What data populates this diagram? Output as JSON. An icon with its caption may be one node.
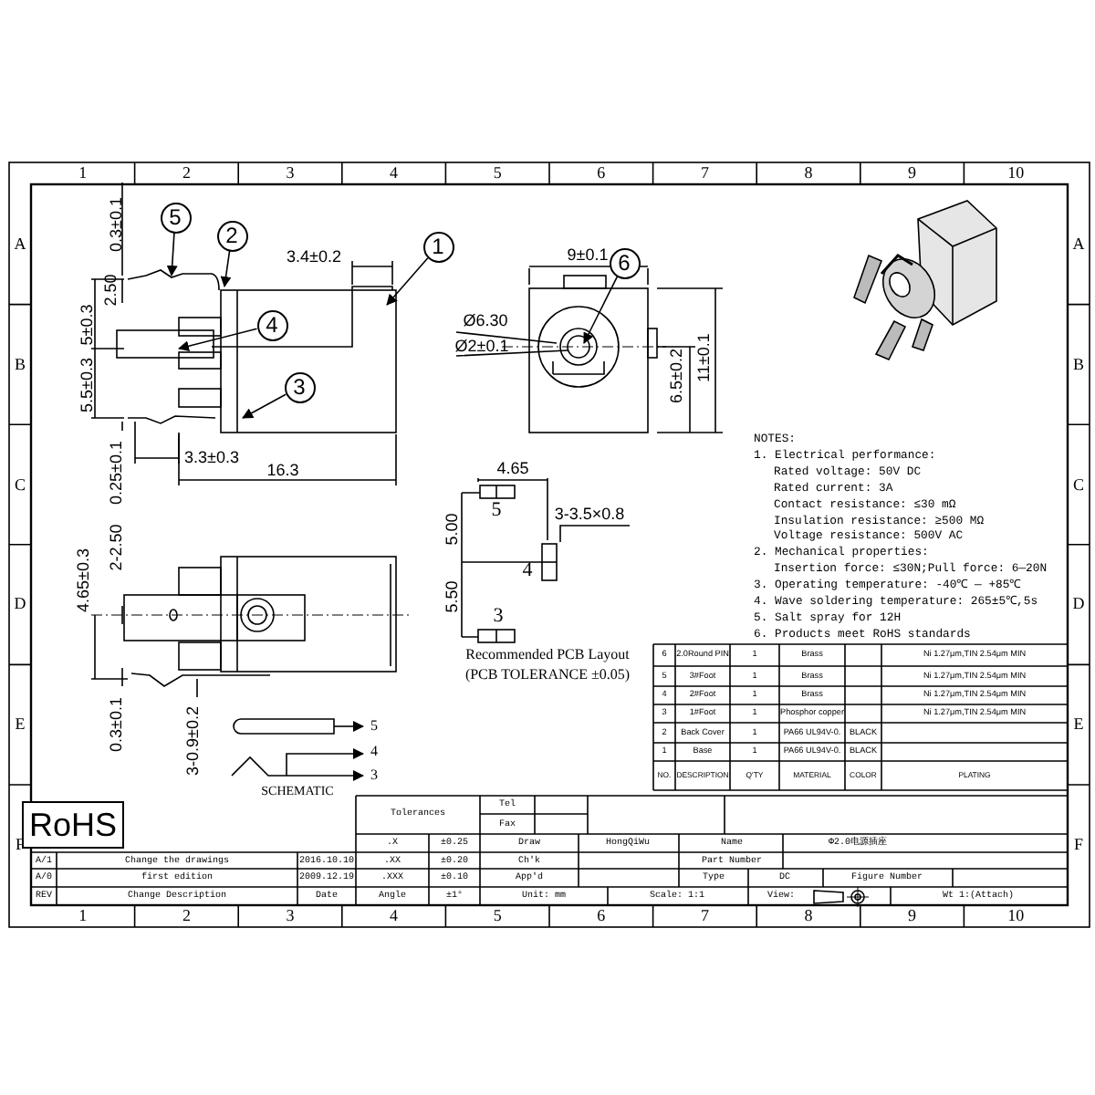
{
  "diagram": {
    "nodes": [
      {
        "text": [
          "5"
        ]
      },
      {
        "text": [
          "2"
        ]
      },
      {
        "text": [
          "1"
        ]
      },
      {
        "text": [
          "6"
        ]
      },
      {
        "text": [
          "4"
        ]
      },
      {
        "text": [
          "3"
        ]
      }
    ],
    "edges": [
      {
        "from": 0,
        "to": null,
        "arrow": "to"
      },
      {
        "from": 1,
        "to": null,
        "arrow": "to"
      },
      {
        "from": 2,
        "to": null,
        "arrow": "to"
      },
      {
        "from": 3,
        "to": null,
        "arrow": "to"
      },
      {
        "from": 4,
        "to": null,
        "arrow": "to"
      },
      {
        "from": 5,
        "to": null,
        "arrow": "to"
      }
    ],
    "labels": [
      "1",
      "2",
      "3",
      "4",
      "5",
      "6",
      "7",
      "8",
      "9",
      "10",
      "A",
      "B",
      "C",
      "D",
      "E",
      "F",
      "A",
      "B",
      "C",
      "D",
      "E",
      "F",
      "0.3±0.1",
      "3.4±0.2",
      "2.50",
      "5±0.3",
      "5.5±0.3",
      "3.3±0.3",
      "0.25±0.1",
      "16.3",
      "9±0.1",
      "Ø6.30",
      "Ø2±0.1",
      "6.5±0.2",
      "11±0.1",
      "4.65",
      "5",
      "3-3.5×0.8",
      "5.00",
      "4",
      "5.50",
      "3",
      "Recommended PCB Layout",
      "(PCB TOLERANCE ±0.05)",
      "4.65±0.3",
      "2-2.50",
      "0.3±0.1",
      "3-0.9±0.2",
      "5",
      "4",
      "3",
      "SCHEMATIC",
      "NOTES:",
      "1. Electrical performance:",
      "Rated voltage: 50V DC",
      "Rated current: 3A",
      "Contact resistance: ≤30 mΩ",
      "Insulation resistance: ≥500 MΩ",
      "Voltage resistance: 500V AC",
      "2. Mechanical properties:",
      "Insertion force: ≤30N;Pull force: 6—20N",
      "3. Operating temperature: -40℃ — +85℃",
      "4. Wave soldering temperature: 265±5℃,5s",
      "5. Salt spray for 12H",
      "6. Products meet RoHS standards",
      "6",
      "2.0Round PIN",
      "1",
      "Brass",
      "Ni 1.27μm,TIN 2.54μm MIN",
      "5",
      "3#Foot",
      "1",
      "Brass",
      "Ni 1.27μm,TIN 2.54μm MIN",
      "4",
      "2#Foot",
      "1",
      "Brass",
      "Ni 1.27μm,TIN 2.54μm MIN",
      "3",
      "1#Foot",
      "1",
      "Phosphor copper",
      "Ni 1.27μm,TIN 2.54μm MIN",
      "2",
      "Back Cover",
      "1",
      "PA66 UL94V-0.",
      "BLACK",
      "1",
      "Base",
      "1",
      "PA66 UL94V-0.",
      "BLACK",
      "NO.",
      "DESCRIPTION",
      "Q'TY",
      "MATERIAL",
      "COLOR",
      "PLATING",
      "RoHS",
      "Tolerances",
      "Tel",
      "Fax",
      ".X",
      "±0.25",
      "Draw",
      "HongQiWu",
      "Name",
      "Φ2.0电源插座",
      "A/1",
      "Change the drawings",
      "2016.10.10",
      ".XX",
      "±0.20",
      "Ch'k",
      "Part Number",
      "A/0",
      "first edition",
      "2009.12.19",
      ".XXX",
      "±0.10",
      "App'd",
      "Type",
      "DC",
      "Figure Number",
      "REV",
      "Change Description",
      "Date",
      "Angle",
      "±1°",
      "Unit: mm",
      "Scale: 1:1",
      "View:",
      "Wt 1:(Attach)",
      "1",
      "2",
      "3",
      "4",
      "5",
      "6",
      "7",
      "8",
      "9",
      "10"
    ]
  }
}
